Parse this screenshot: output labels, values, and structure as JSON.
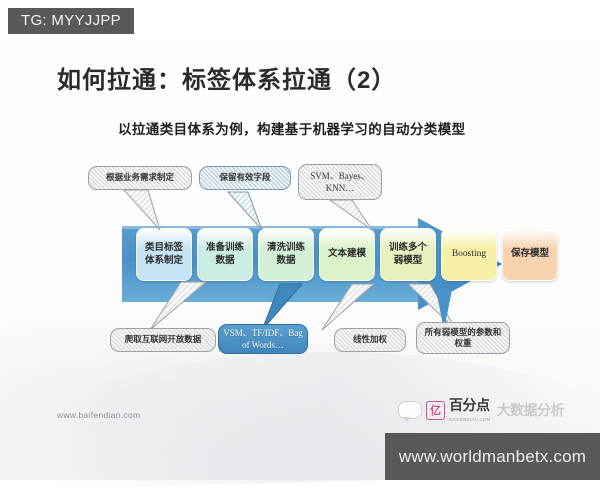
{
  "watermarks": {
    "tg_tag": "TG: MYYJJPP",
    "site_url_badge": "www.worldmanbetx.com"
  },
  "slide": {
    "title": "如何拉通：标签体系拉通（2）",
    "subtitle": "以拉通类目体系为例，构建基于机器学习的自动分类模型",
    "footer_url": "www.baifendian.com",
    "logo": {
      "mark_glyph": "亿",
      "brand_cn": "百分点",
      "brand_en": "BAIFENDIAN.COM",
      "faded_text": "大数据分析"
    }
  },
  "flow": {
    "arrow_color": "#3f8cc4",
    "arrow_fill_light": "#6fb0da",
    "stages": [
      {
        "label": "类目标签体系制定",
        "lines": [
          "类目标签",
          "体系制定"
        ],
        "color": "#c6e4f5",
        "latin": false
      },
      {
        "label": "准备训练数据",
        "lines": [
          "准备训练",
          "数据"
        ],
        "color": "#c9ece4",
        "latin": false
      },
      {
        "label": "清洗训练数据",
        "lines": [
          "清洗训练",
          "数据"
        ],
        "color": "#d3f0d6",
        "latin": false
      },
      {
        "label": "文本建模",
        "lines": [
          "文本建模"
        ],
        "color": "#dcf2c8",
        "latin": false
      },
      {
        "label": "训练多个弱模型",
        "lines": [
          "训练多个",
          "弱模型"
        ],
        "color": "#e6f2bd",
        "latin": false
      },
      {
        "label": "Boosting",
        "lines": [
          "Boosting"
        ],
        "color": "#f7f0a8",
        "latin": true
      },
      {
        "label": "保存模型",
        "lines": [
          "保存模型"
        ],
        "color": "#f8d3b0",
        "latin": false
      }
    ]
  },
  "callouts_top": [
    {
      "text": "根据业务需求制定",
      "lines": [
        "根据业务需求制定"
      ],
      "style": "gray",
      "latin": false
    },
    {
      "text": "保留有效字段",
      "lines": [
        "保留有效字段"
      ],
      "style": "bluehatch",
      "latin": false
    },
    {
      "text": "SVM、Bayes、KNN…",
      "lines": [
        "SVM、Bayes、",
        "KNN…"
      ],
      "style": "gray",
      "latin": true
    }
  ],
  "callouts_bottom": [
    {
      "text": "爬取互联网开放数据",
      "lines": [
        "爬取互联网开放数据"
      ],
      "style": "gray",
      "latin": false
    },
    {
      "text": "VSM、TF/IDF、Bag of Words…",
      "lines": [
        "VSM、TF/IDF、",
        "Bag of Words…"
      ],
      "style": "solidblue",
      "latin": true
    },
    {
      "text": "线性加权",
      "lines": [
        "线性加权"
      ],
      "style": "gray",
      "latin": false
    },
    {
      "text": "所有弱模型的参数和权重",
      "lines": [
        "所有弱模型的参数",
        "和权重"
      ],
      "style": "gray",
      "latin": false
    }
  ]
}
